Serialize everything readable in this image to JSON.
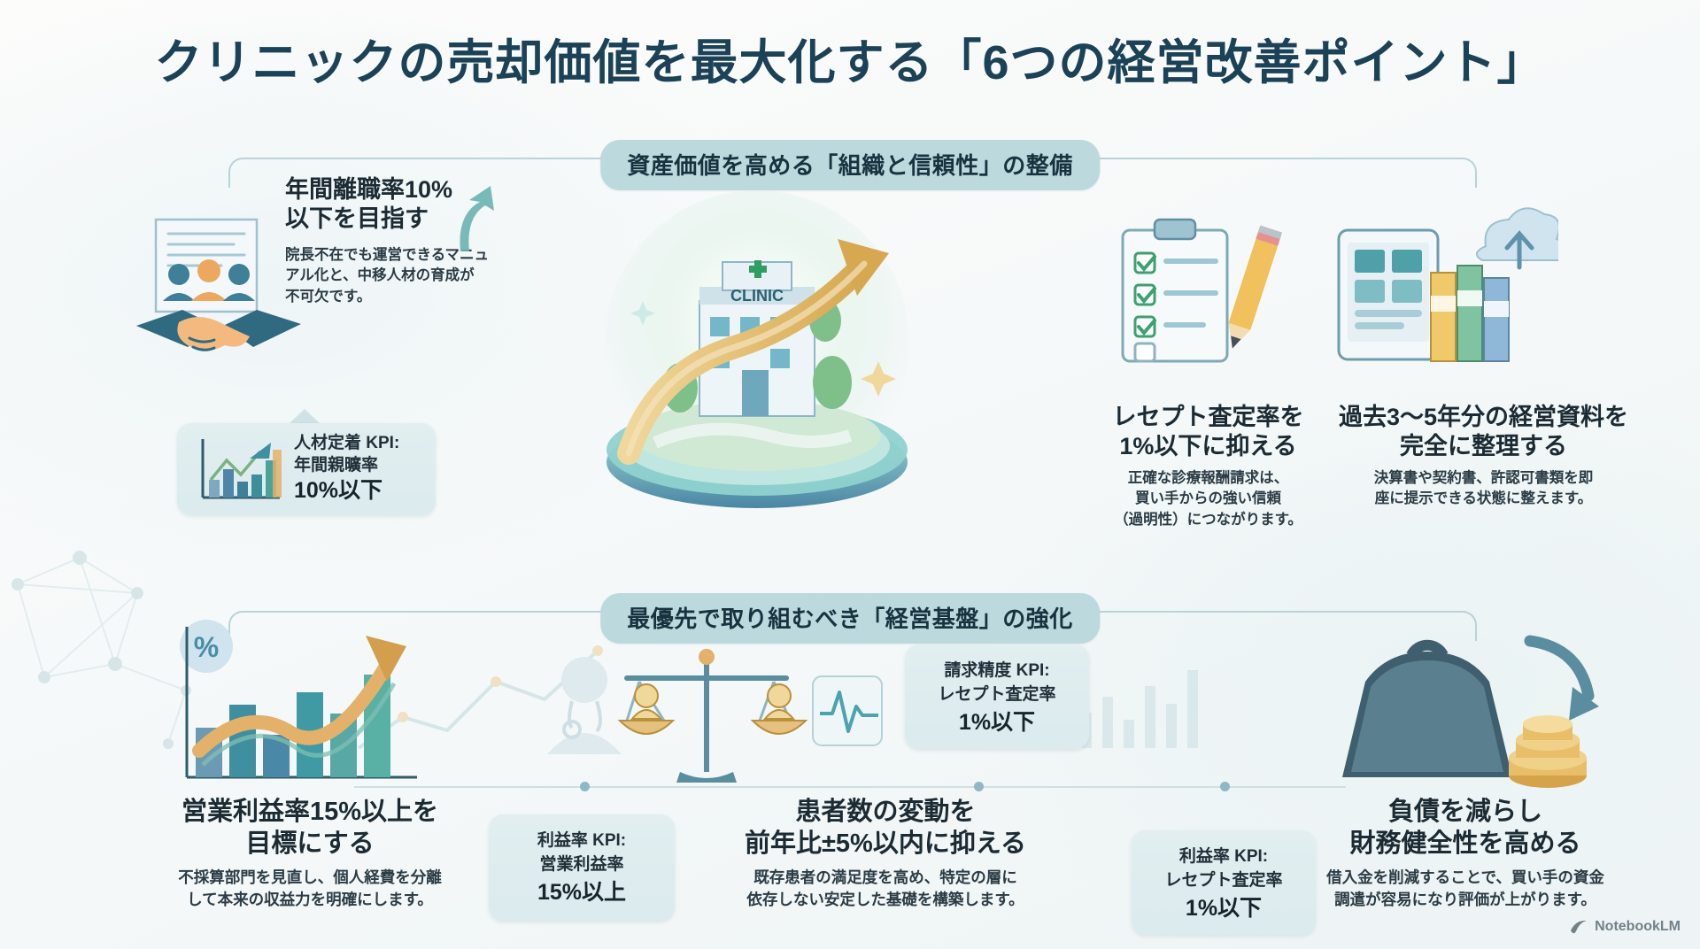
{
  "page": {
    "title": "クリニックの売却価値を最大化する「6つの経営改善ポイント」",
    "watermark": "NotebookLM"
  },
  "colors": {
    "title": "#1b4257",
    "band_pill_bg": "#bcd9de",
    "band_line": "#b9d3d9",
    "kpi_bg": "#dfecef",
    "accent_teal": "#3e8fa0",
    "accent_gold": "#d8a94f",
    "body_text": "#2c3c45"
  },
  "sections": [
    {
      "id": "section-organization",
      "band_label": "資産価値を高める「組織と信頼性」の整備",
      "items": [
        {
          "id": "retention",
          "heading": "年間離職率10%\n以下を目指す",
          "body": "院長不在でも運営できるマニュ\nアル化と、中移人材の育成が\n不可欠です。",
          "icon": "handshake-document-icon",
          "kpi": {
            "label": "人材定着 KPI:",
            "metric": "年間親曠率",
            "value": "10%以下",
            "icon": "bar-chart-growth-icon"
          }
        },
        {
          "id": "receipt-assessment",
          "heading": "レセプト査定率を\n1%以下に抑える",
          "body": "正確な診療報酬請求は、\n買い手からの強い信頼\n（過明性）につながります。",
          "icon": "clipboard-checklist-pencil-icon",
          "kpi": null
        },
        {
          "id": "records-organization",
          "heading": "過去3〜5年分の経営資料を\n完全に整理する",
          "body": "決算書や契約書、許認可書類を即\n座に提示できる状態に整えます。",
          "icon": "tablet-binders-cloud-icon",
          "kpi": null
        }
      ],
      "center_illustration": "clinic-building-growth-arrow-icon",
      "center_label": "CLINIC"
    },
    {
      "id": "section-foundation",
      "band_label": "最優先で取り組むべき「経営基盤」の強化",
      "items": [
        {
          "id": "operating-margin",
          "heading": "営業利益率15%以上を\n目標にする",
          "body": "不採算部門を見直し、個人経費を分離\nして本来の収益力を明確にします。",
          "icon": "percent-bar-chart-arrow-icon",
          "kpi": {
            "label": "利益率 KPI:",
            "metric": "営業利益率",
            "value": "15%以上",
            "icon": null
          }
        },
        {
          "id": "patient-volume",
          "heading": "患者数の変動を\n前年比±5%以内に抑える",
          "body": "既存患者の満足度を高め、特定の層に\n依存しない安定した基礎を構築します。",
          "icon": "balance-scale-patients-icon",
          "kpi": {
            "label": "請求精度 KPI:",
            "metric": "レセプト査定率",
            "value": "1%以下",
            "icon": null
          }
        },
        {
          "id": "debt-reduction",
          "heading": "負債を減らし\n財務健全性を高める",
          "body": "借入金を削減することで、買い手の資金\n調遣が容易になり評価が上がります。",
          "icon": "weight-coins-icon",
          "kpi": {
            "label": "利益率 KPI:",
            "metric": "レセプト査定率",
            "value": "1%以下",
            "icon": null
          }
        }
      ]
    }
  ]
}
